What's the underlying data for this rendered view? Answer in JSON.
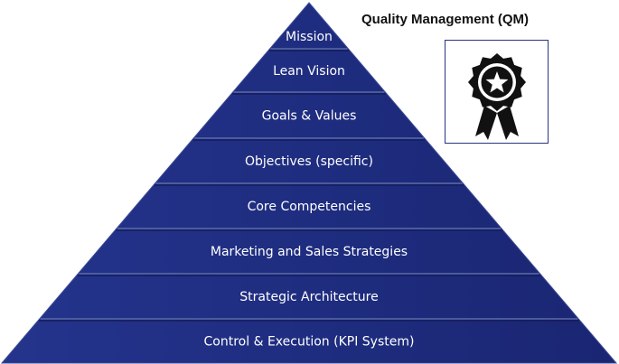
{
  "pyramid": {
    "tiers": [
      {
        "label": "Mission"
      },
      {
        "label": "Lean Vision"
      },
      {
        "label": "Goals & Values"
      },
      {
        "label": "Objectives (specific)"
      },
      {
        "label": "Core Competencies"
      },
      {
        "label": "Marketing and Sales Strategies"
      },
      {
        "label": "Strategic Architecture"
      },
      {
        "label": "Control & Execution (KPI System)"
      }
    ],
    "fill_color": "#1f2d80",
    "separator_color": "#5a6aa8"
  },
  "badge": {
    "title": "Quality Management (QM)",
    "icon": "award-ribbon-star-icon",
    "border_color": "#2a3380"
  }
}
